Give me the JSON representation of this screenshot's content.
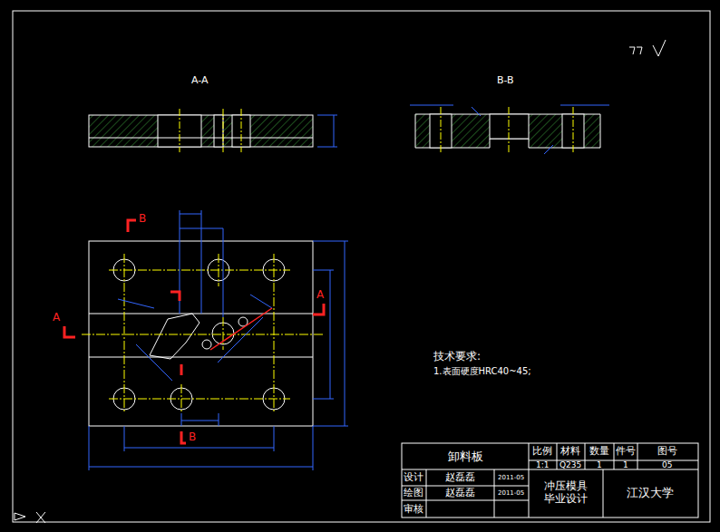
{
  "diagram": {
    "labels": [
      "A-A",
      "B-B",
      "技术要求:",
      "1.表面硬度HRC40~45;",
      "卸料板",
      "比例",
      "材料",
      "数量",
      "件号",
      "图号",
      "1:1",
      "Q235",
      "1",
      "1",
      "05",
      "设计",
      "赵磊磊",
      "2011-05",
      "绘图",
      "赵磊磊",
      "2011-05",
      "审核",
      "冲压模具 毕业设计",
      "江汉大学",
      "A",
      "A",
      "B",
      "B"
    ]
  }
}
